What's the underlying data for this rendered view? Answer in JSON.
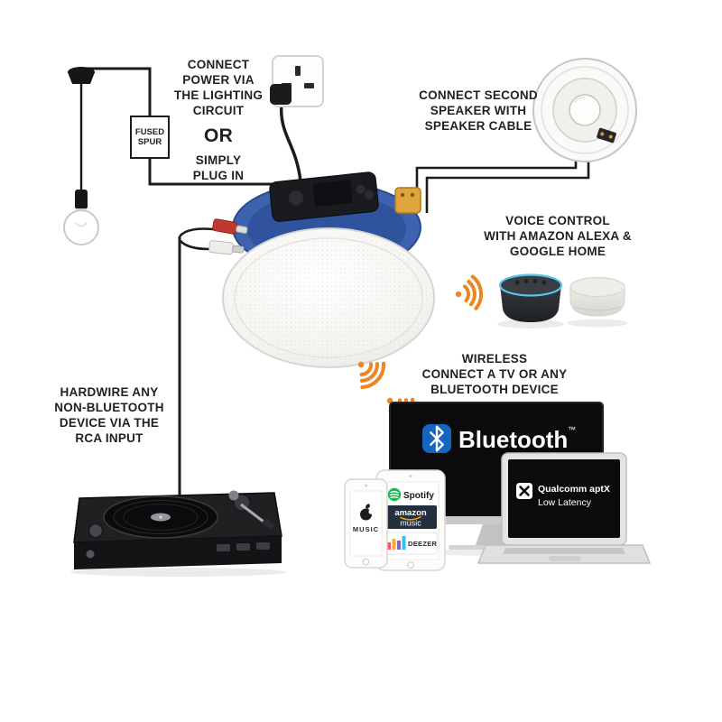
{
  "colors": {
    "text": "#231F20",
    "wire": "#1B1B1B",
    "accent_orange": "#EE8522",
    "speaker_blue": "#3E63AE",
    "bluetooth_blue": "#1566C0",
    "spotify_green": "#1DB954",
    "amazon_navy": "#232F3E"
  },
  "annotations": {
    "power": {
      "lines": [
        "CONNECT",
        "POWER VIA",
        "THE LIGHTING",
        "CIRCUIT"
      ],
      "or": "OR",
      "plug_lines": [
        "SIMPLY",
        "PLUG IN"
      ]
    },
    "fused_spur": {
      "lines": [
        "FUSED",
        "SPUR"
      ]
    },
    "second_speaker": {
      "lines": [
        "CONNECT SECOND",
        "SPEAKER WITH",
        "SPEAKER CABLE"
      ]
    },
    "voice_control": {
      "lines": [
        "VOICE CONTROL",
        "WITH AMAZON ALEXA &",
        "GOOGLE HOME"
      ]
    },
    "wireless": {
      "lines": [
        "WIRELESS",
        "CONNECT A TV OR ANY",
        "BLUETOOTH DEVICE"
      ]
    },
    "hardwire": {
      "lines": [
        "HARDWIRE ANY",
        "NON-BLUETOOTH",
        "DEVICE VIA THE",
        "RCA INPUT"
      ]
    }
  },
  "devices": {
    "tv": {
      "bluetooth": "Bluetooth",
      "trademark": "™"
    },
    "laptop": {
      "line1": "Qualcomm aptX",
      "line2": "Low Latency"
    },
    "tablet": {
      "app1": "Spotify",
      "app2_line1": "amazon",
      "app2_line2": "music",
      "app3": "DEEZER"
    },
    "phone": {
      "label": "MUSIC"
    }
  }
}
